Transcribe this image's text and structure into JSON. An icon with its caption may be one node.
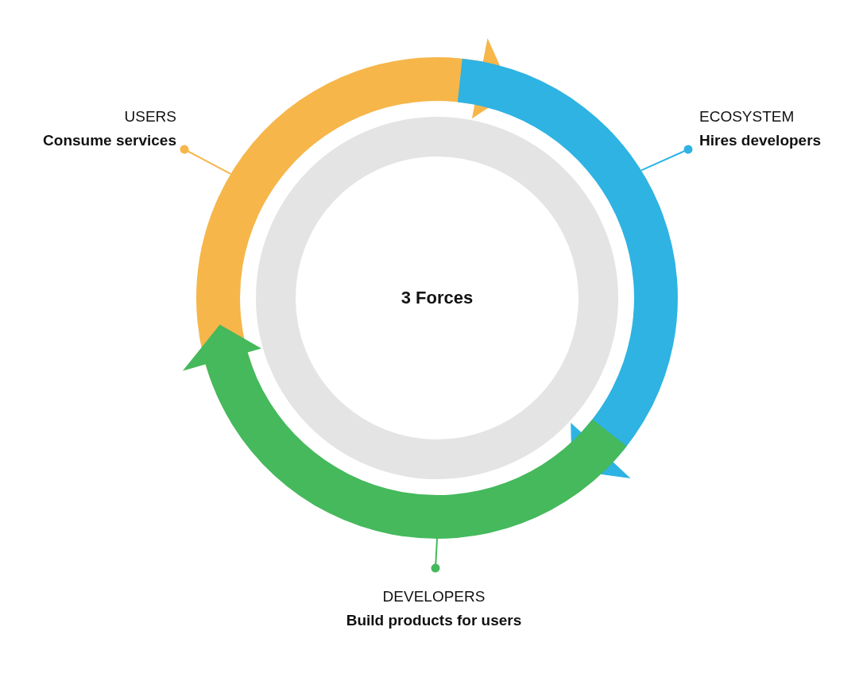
{
  "diagram": {
    "nodes": [
      {
        "text": [
          "3 Forces"
        ]
      },
      {
        "text": [
          "USERS",
          "Consume services"
        ]
      },
      {
        "text": [
          "ECOSYSTEM",
          "Hires developers"
        ]
      },
      {
        "text": [
          "DEVELOPERS",
          "Build products for users"
        ]
      }
    ],
    "edges": [
      {
        "from": 1,
        "to": 2,
        "arrow": "to",
        "style": "thick",
        "color": "#f6b64a"
      },
      {
        "from": 2,
        "to": 3,
        "arrow": "to",
        "style": "thick",
        "color": "#2eb3e3"
      },
      {
        "from": 3,
        "to": 1,
        "arrow": "to",
        "style": "thick",
        "color": "#45b95c"
      },
      {
        "from": 1,
        "to": null,
        "arrow": "other",
        "color": "#f6b64a"
      },
      {
        "from": 2,
        "to": null,
        "arrow": "other",
        "color": "#2eb3e3"
      },
      {
        "from": 3,
        "to": null,
        "arrow": "other",
        "color": "#45b95c"
      }
    ]
  }
}
